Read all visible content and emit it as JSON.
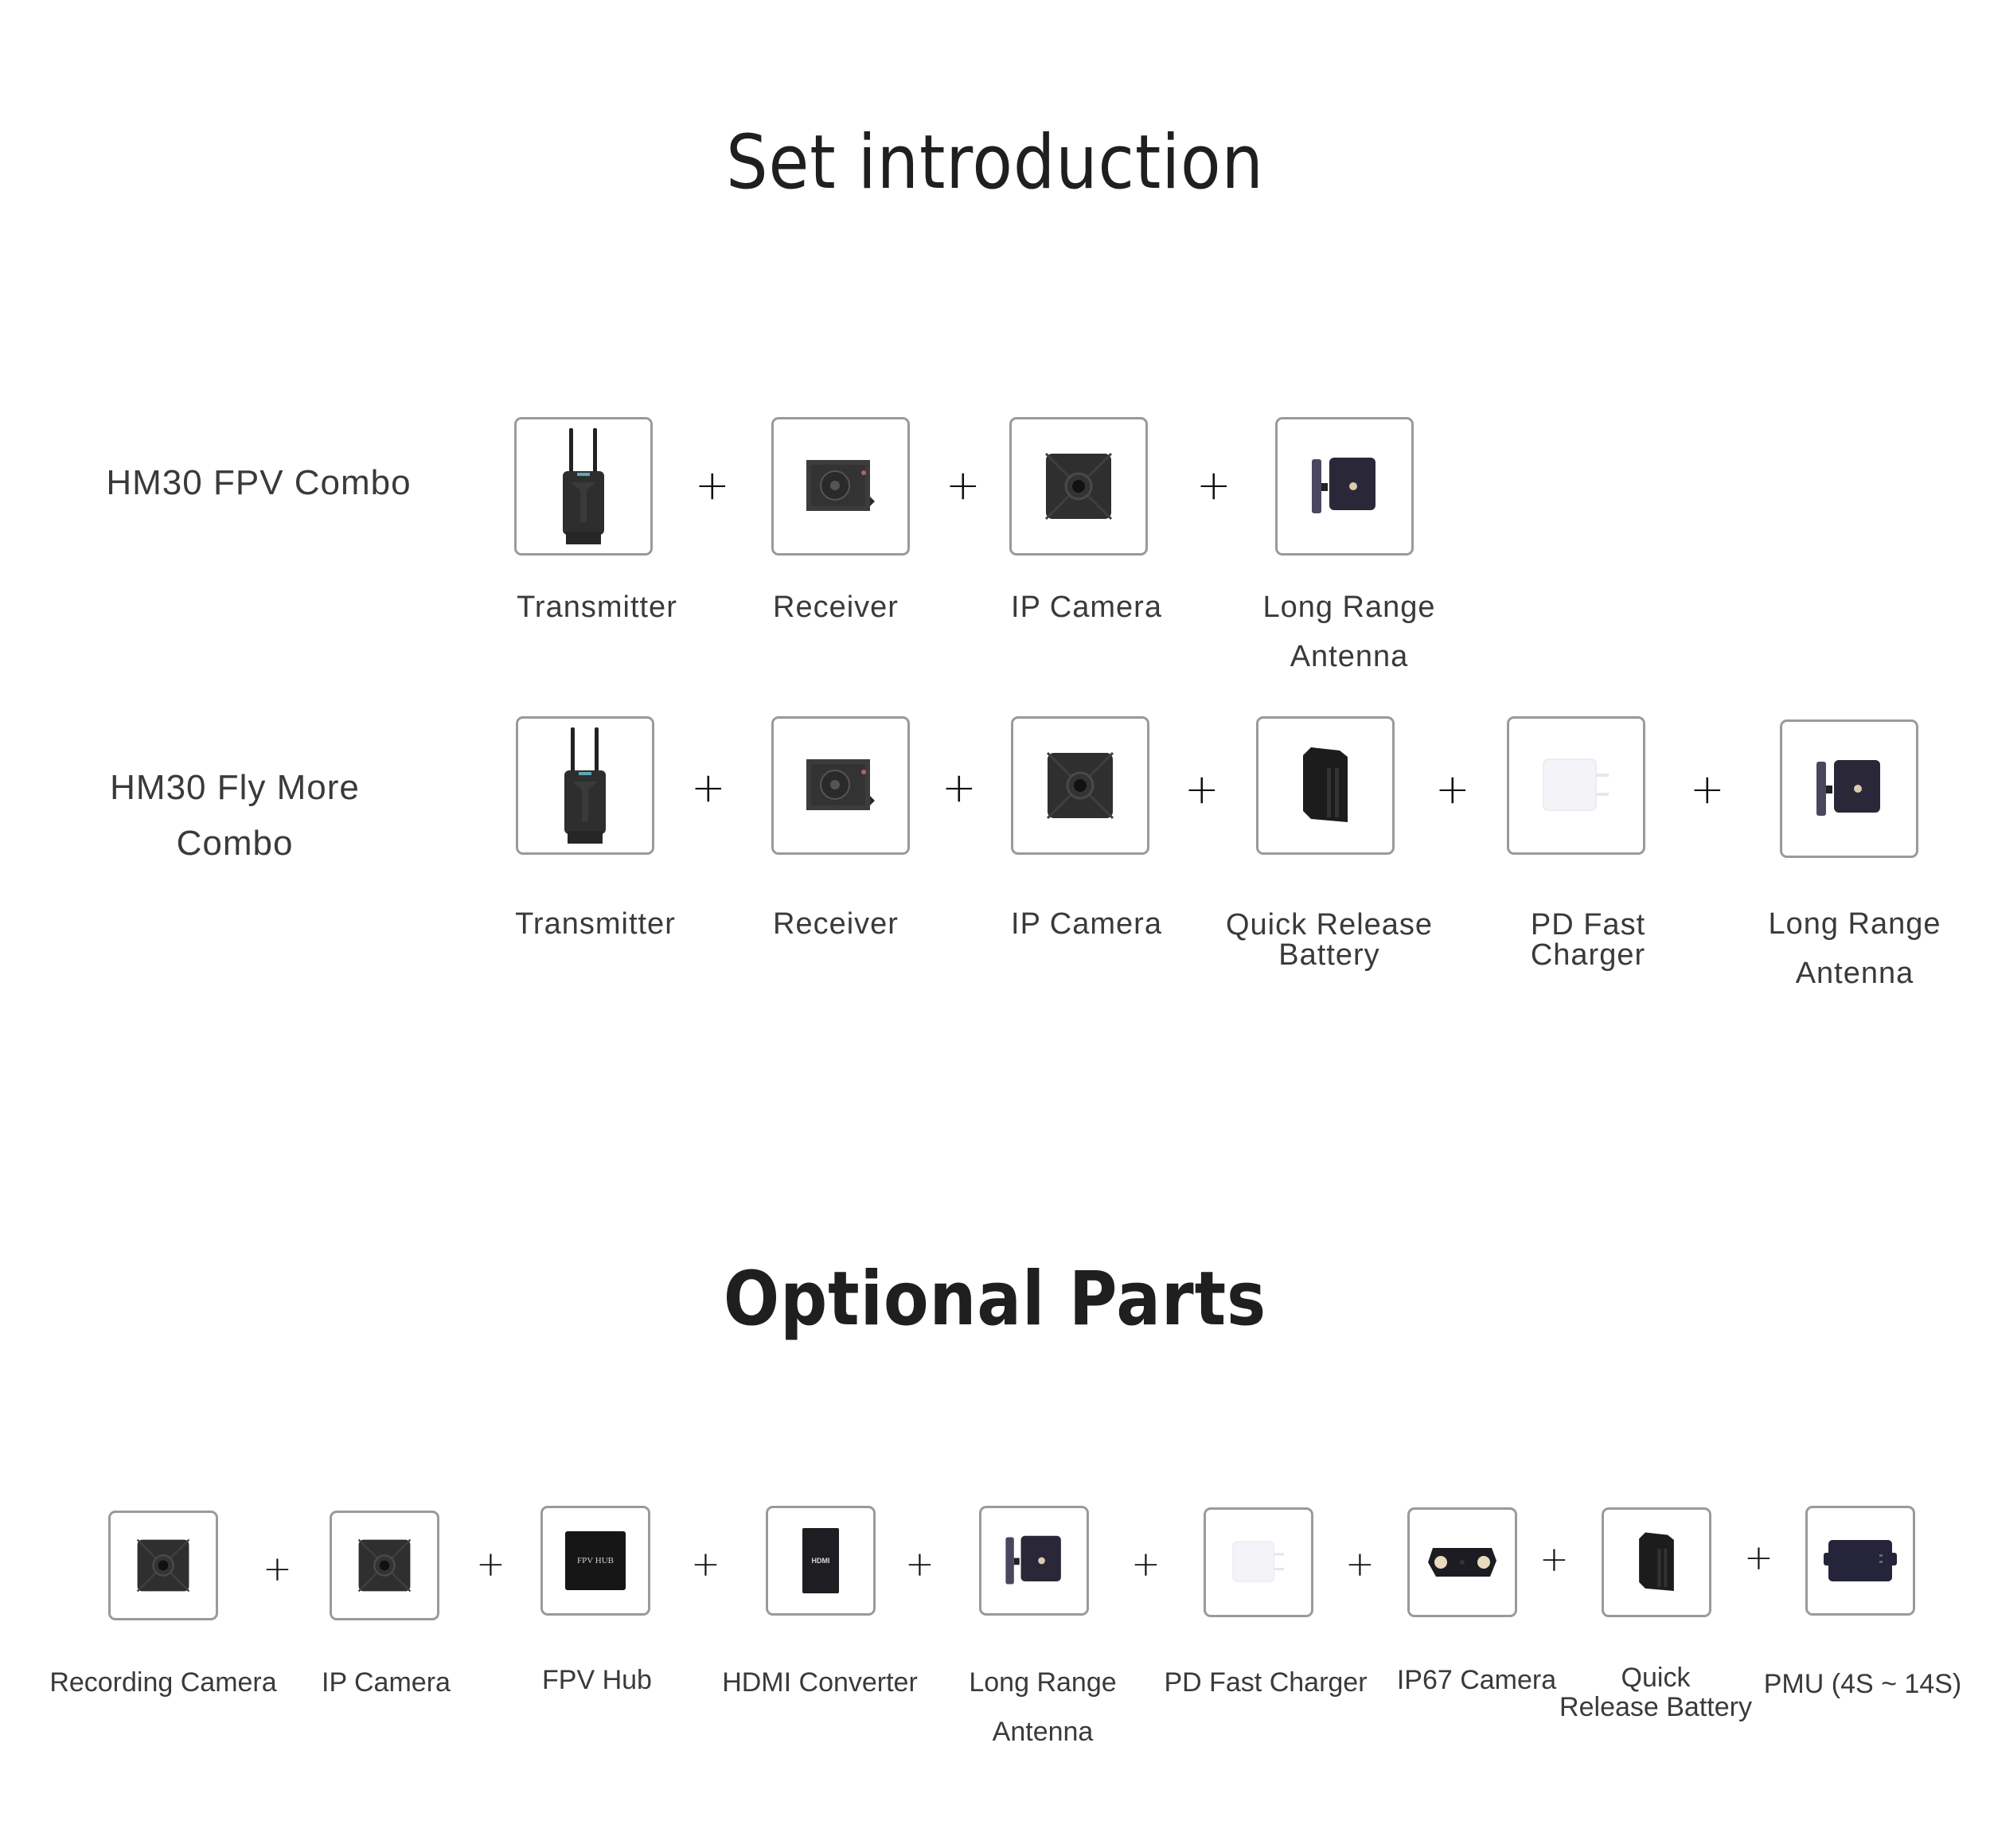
{
  "sections": {
    "set_introduction": {
      "title": "Set introduction",
      "combos": [
        {
          "name": "HM30 FPV Combo",
          "items": [
            {
              "label": "Transmitter",
              "icon": "transmitter-icon"
            },
            {
              "label": "Receiver",
              "icon": "receiver-icon"
            },
            {
              "label": "IP Camera",
              "icon": "ip-camera-icon"
            },
            {
              "label_line1": "Long Range",
              "label_line2": "Antenna",
              "icon": "long-range-antenna-icon"
            }
          ],
          "separator": "+"
        },
        {
          "name_line1": "HM30 Fly More",
          "name_line2": "Combo",
          "items": [
            {
              "label": "Transmitter",
              "icon": "transmitter-icon"
            },
            {
              "label": "Receiver",
              "icon": "receiver-icon"
            },
            {
              "label": "IP Camera",
              "icon": "ip-camera-icon"
            },
            {
              "label_line1": "Quick Release",
              "label_line2": "Battery",
              "icon": "battery-icon"
            },
            {
              "label_line1": "PD Fast",
              "label_line2": "Charger",
              "icon": "charger-icon"
            },
            {
              "label_line1": "Long Range",
              "label_line2": "Antenna",
              "icon": "long-range-antenna-icon"
            }
          ],
          "separator": "+"
        }
      ]
    },
    "optional_parts": {
      "title": "Optional Parts",
      "items": [
        {
          "label": "Recording Camera",
          "icon": "recording-camera-icon"
        },
        {
          "label": "IP Camera",
          "icon": "ip-camera-icon"
        },
        {
          "label": "FPV Hub",
          "icon": "fpv-hub-icon",
          "device_text": "FPV HUB"
        },
        {
          "label": "HDMI Converter",
          "icon": "hdmi-converter-icon",
          "device_text": "HDMI"
        },
        {
          "label_line1": "Long Range",
          "label_line2": "Antenna",
          "icon": "long-range-antenna-icon"
        },
        {
          "label": "PD Fast Charger",
          "icon": "charger-icon"
        },
        {
          "label": "IP67 Camera",
          "icon": "ip67-camera-icon"
        },
        {
          "label_line1": "Quick",
          "label_line2": "Release Battery",
          "icon": "battery-icon"
        },
        {
          "label": "PMU (4S ~ 14S)",
          "icon": "pmu-icon"
        }
      ],
      "separator": "+"
    }
  },
  "colors": {
    "background": "#ffffff",
    "title": "#1f1f1f",
    "text": "#3a3a3a",
    "box_border": "#9a9a9a",
    "device_dark": "#2b2b2e",
    "antenna_navy": "#2a2838",
    "charger_white": "#f4f4f8"
  }
}
